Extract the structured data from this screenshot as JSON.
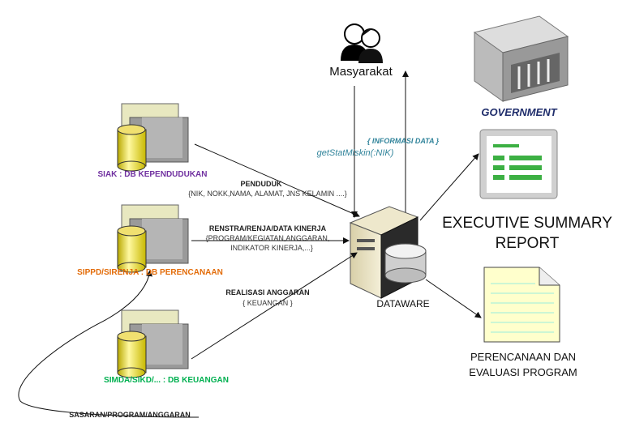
{
  "nodes": {
    "masyarakat": "Masyarakat",
    "government": "GOVERNMENT",
    "executive_summary": [
      "EXECUTIVE SUMMARY",
      "REPORT"
    ],
    "perencanaan": [
      "PERENCANAAN DAN",
      "EVALUASI PROGRAM"
    ],
    "dataware": "DATAWARE",
    "siak": "SIAK : DB KEPENDUDUKAN",
    "sippd": "SIPPD/SIRENJA : DB PERENCANAAN",
    "simda": "SIMDA/SIKD/... : DB KEUANGAN"
  },
  "edges": {
    "penduduk": {
      "title": "PENDUDUK",
      "detail": "{NIK, NOKK,NAMA, ALAMAT, JNS KELAMIN ....}"
    },
    "renstra": {
      "title": "RENSTRA/RENJA/DATA KINERJA",
      "detail": [
        "{PROGRAM/KEGIATAN,ANGGARAN,",
        "INDIKATOR KINERJA,...}"
      ]
    },
    "realisasi": {
      "title": "REALISASI ANGGARAN",
      "detail": "{ KEUANGAN }"
    },
    "informasi": "{ INFORMASI DATA }",
    "getstat": "getStatMiskin(:NIK)",
    "sasaran": "SASARAN/PROGRAM/ANGGARAN"
  },
  "colors": {
    "siak": "#7030a0",
    "sippd": "#e36c09",
    "simda": "#00b050",
    "government": "#1f2d6b",
    "query": "#31849b"
  }
}
